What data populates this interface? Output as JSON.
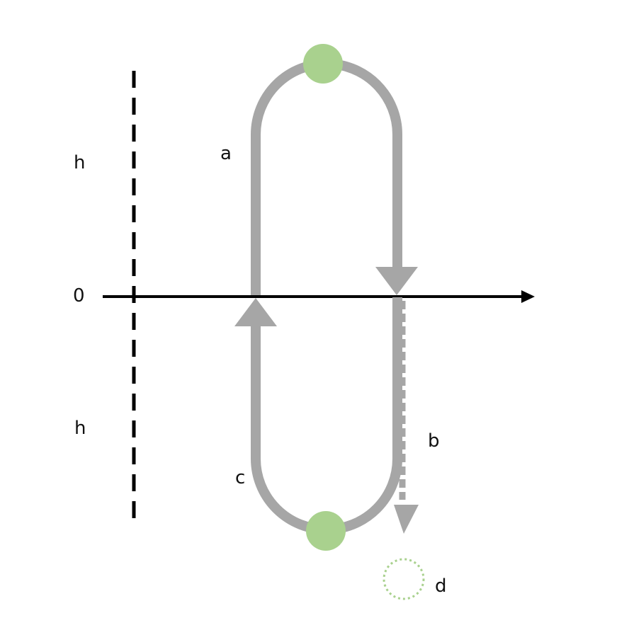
{
  "labels": {
    "h_upper": "h",
    "h_lower": "h",
    "zero": "0",
    "a": "a",
    "b": "b",
    "c": "c",
    "d": "d"
  },
  "colors": {
    "axis": "#000000",
    "path": "#a6a6a6",
    "ball": "#a9d18e",
    "ball_outline": "#a9d18e",
    "text": "#111111"
  },
  "icons": {
    "top_ball": "filled-circle",
    "bottom_ball": "filled-circle",
    "ghost_ball": "dotted-circle"
  }
}
